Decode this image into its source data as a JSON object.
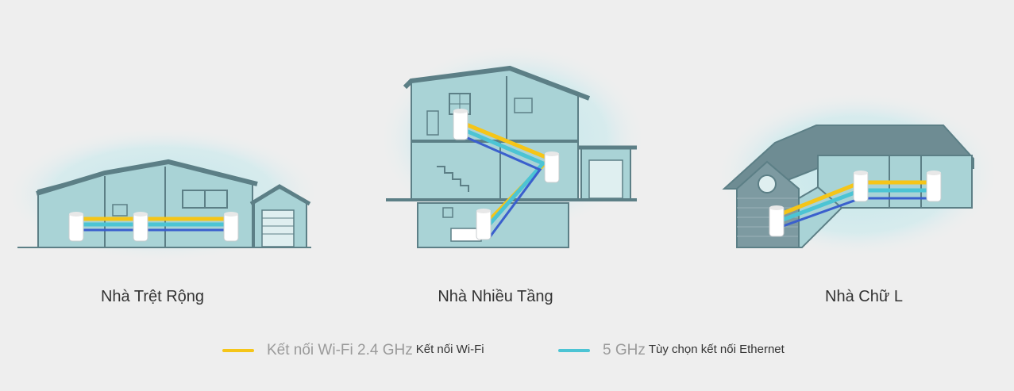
{
  "scenes": [
    {
      "caption": "Nhà Trệt Rộng"
    },
    {
      "caption": "Nhà Nhiều Tầng"
    },
    {
      "caption": "Nhà Chữ L"
    }
  ],
  "legend": [
    {
      "primary": "Kết nối Wi-Fi 2.4 GHz",
      "secondary": "Kết nối Wi-Fi",
      "color": "#f5c518"
    },
    {
      "primary": "5 GHz",
      "secondary": "Tùy chọn kết nối Ethernet",
      "color": "#4cc4d4"
    }
  ],
  "colors": {
    "wifi_24": "#f5c518",
    "wifi_5": "#4cc4d4",
    "ethernet": "#3a5fcd",
    "house_fill": "#a9d3d6",
    "house_stroke": "#5c7f86",
    "glow": "#bfe6ea"
  }
}
